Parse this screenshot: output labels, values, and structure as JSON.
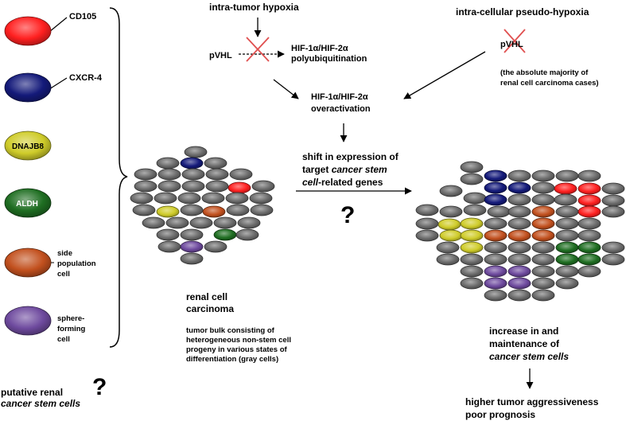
{
  "colors": {
    "red": "#ff2020",
    "blue": "#141a7a",
    "yellow": "#cfcc2a",
    "green": "#1f6e22",
    "orange": "#c2501e",
    "purple": "#6e4a9e",
    "gray": "#6b6b6b",
    "cross": "#e05050"
  },
  "legend": {
    "items": [
      {
        "label": "CD105",
        "color_key": "red",
        "inside": false
      },
      {
        "label": "CXCR-4",
        "color_key": "blue",
        "inside": false
      },
      {
        "label": "DNAJB8",
        "color_key": "yellow",
        "inside": true
      },
      {
        "label": "ALDH",
        "color_key": "green",
        "inside": true
      },
      {
        "label": "side population cell",
        "color_key": "orange",
        "inside": false
      },
      {
        "label": "sphere-forming cell",
        "color_key": "purple",
        "inside": false
      }
    ],
    "caption_line1": "putative renal",
    "caption_line2": "cancer stem cells"
  },
  "top": {
    "hypoxia": "intra-tumor hypoxia",
    "pseudo_hypoxia": "intra-cellular pseudo-hypoxia",
    "pvhl_left": "pVHL",
    "pvhl_right": "pVHL",
    "polyubiq_line1": "HIF-1α/HIF-2α",
    "polyubiq_line2": "polyubiquitination",
    "majority_line1": "(the absolute majority of",
    "majority_line2": "renal cell carcinoma cases)",
    "overact_line1": "HIF-1α/HIF-2α",
    "overact_line2": "overactivation"
  },
  "middle": {
    "shift_line1": "shift in expression of",
    "shift_line2_prefix": "target ",
    "shift_line2_italic": "cancer stem",
    "shift_line3_italic": "cell",
    "shift_line3_suffix": "-related genes"
  },
  "left_tumor": {
    "title_line1": "renal cell",
    "title_line2": "carcinoma",
    "desc_line1": "tumor bulk consisting of",
    "desc_line2": "heterogeneous non-stem cell",
    "desc_line3": "progeny in various states of",
    "desc_line4": "differentiation (gray cells)"
  },
  "right_tumor": {
    "line1": "increase in and",
    "line2": "maintenance of",
    "line3": "cancer stem cells"
  },
  "outcome": {
    "line1": "higher tumor aggressiveness",
    "line2": "poor prognosis"
  },
  "question_mark": "?"
}
